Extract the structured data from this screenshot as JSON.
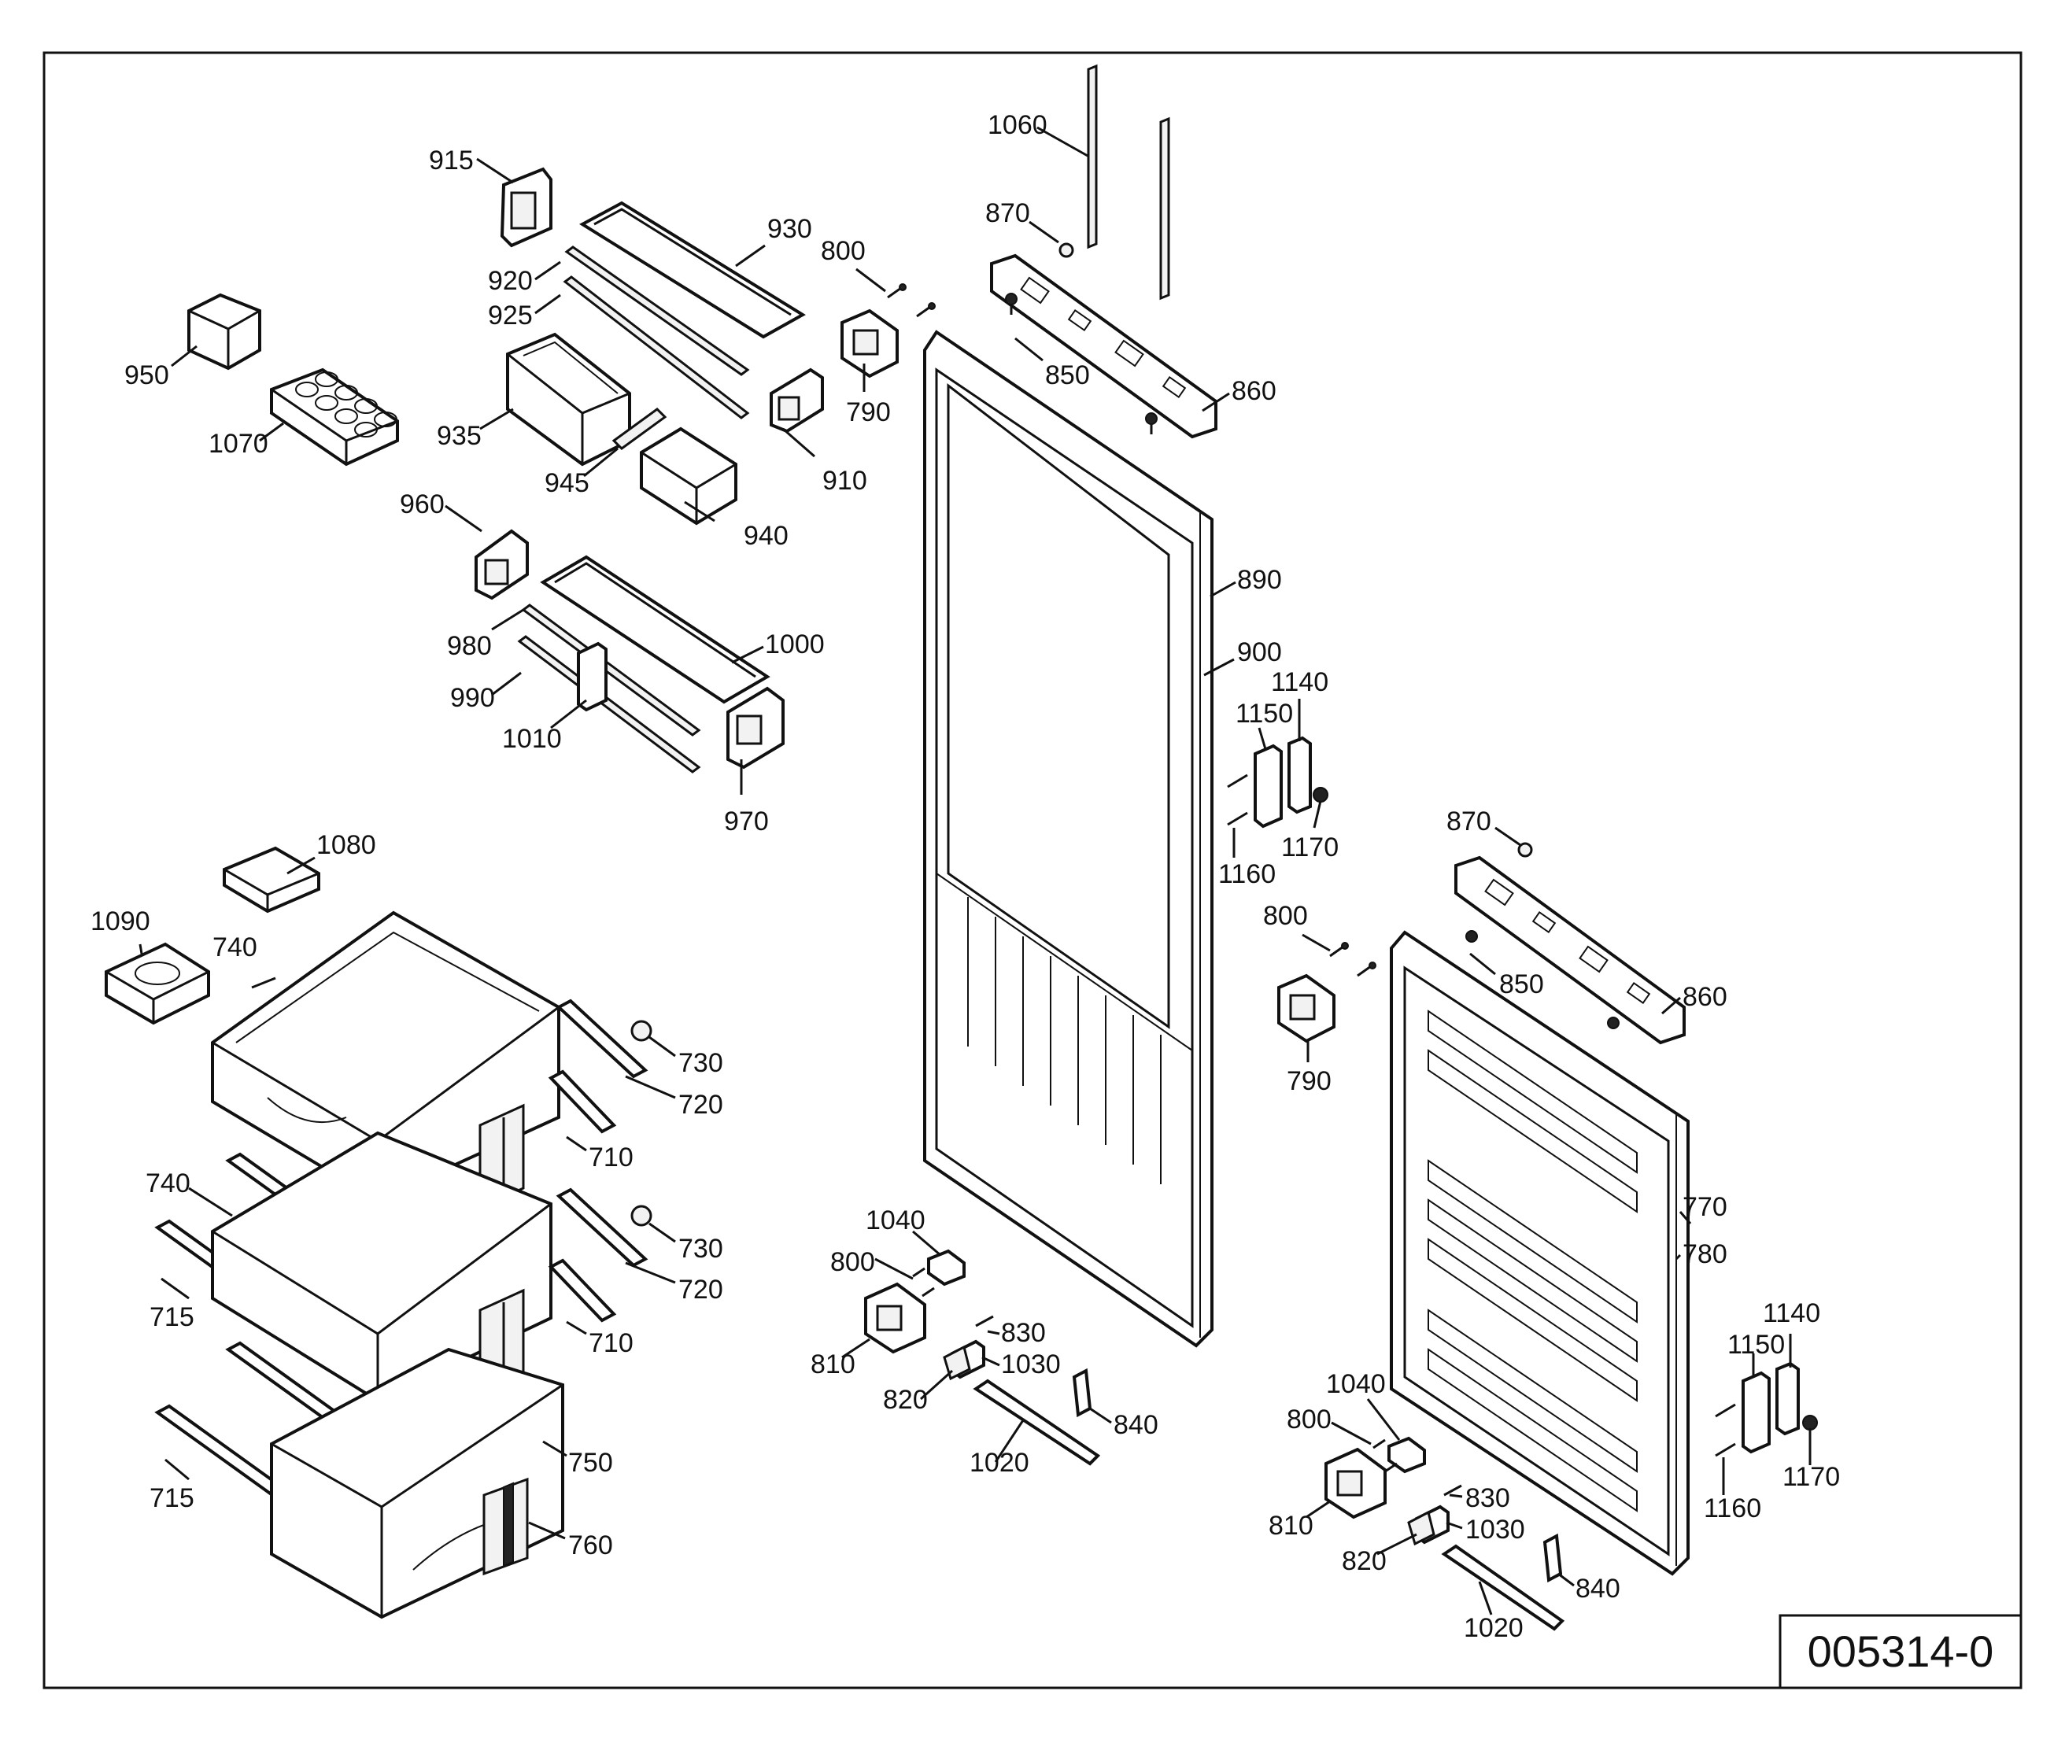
{
  "drawing_number": "005314-0",
  "labels": [
    {
      "id": "915",
      "text": "915"
    },
    {
      "id": "930",
      "text": "930"
    },
    {
      "id": "920",
      "text": "920"
    },
    {
      "id": "925",
      "text": "925"
    },
    {
      "id": "950",
      "text": "950"
    },
    {
      "id": "1070",
      "text": "1070"
    },
    {
      "id": "935",
      "text": "935"
    },
    {
      "id": "945",
      "text": "945"
    },
    {
      "id": "940",
      "text": "940"
    },
    {
      "id": "910",
      "text": "910"
    },
    {
      "id": "800a",
      "text": "800"
    },
    {
      "id": "790a",
      "text": "790"
    },
    {
      "id": "1060",
      "text": "1060"
    },
    {
      "id": "870a",
      "text": "870"
    },
    {
      "id": "850a",
      "text": "850"
    },
    {
      "id": "860a",
      "text": "860"
    },
    {
      "id": "960",
      "text": "960"
    },
    {
      "id": "980",
      "text": "980"
    },
    {
      "id": "1000",
      "text": "1000"
    },
    {
      "id": "990",
      "text": "990"
    },
    {
      "id": "1010",
      "text": "1010"
    },
    {
      "id": "970",
      "text": "970"
    },
    {
      "id": "890",
      "text": "890"
    },
    {
      "id": "900",
      "text": "900"
    },
    {
      "id": "1140a",
      "text": "1140"
    },
    {
      "id": "1150a",
      "text": "1150"
    },
    {
      "id": "1170a",
      "text": "1170"
    },
    {
      "id": "1160a",
      "text": "1160"
    },
    {
      "id": "1080",
      "text": "1080"
    },
    {
      "id": "1090",
      "text": "1090"
    },
    {
      "id": "740a",
      "text": "740"
    },
    {
      "id": "730a",
      "text": "730"
    },
    {
      "id": "720a",
      "text": "720"
    },
    {
      "id": "710a",
      "text": "710"
    },
    {
      "id": "740b",
      "text": "740"
    },
    {
      "id": "715a",
      "text": "715"
    },
    {
      "id": "730b",
      "text": "730"
    },
    {
      "id": "720b",
      "text": "720"
    },
    {
      "id": "710b",
      "text": "710"
    },
    {
      "id": "715b",
      "text": "715"
    },
    {
      "id": "750",
      "text": "750"
    },
    {
      "id": "760",
      "text": "760"
    },
    {
      "id": "870b",
      "text": "870"
    },
    {
      "id": "800b",
      "text": "800"
    },
    {
      "id": "850b",
      "text": "850"
    },
    {
      "id": "860b",
      "text": "860"
    },
    {
      "id": "790b",
      "text": "790"
    },
    {
      "id": "1040a",
      "text": "1040"
    },
    {
      "id": "800c",
      "text": "800"
    },
    {
      "id": "810a",
      "text": "810"
    },
    {
      "id": "830a",
      "text": "830"
    },
    {
      "id": "1030a",
      "text": "1030"
    },
    {
      "id": "820a",
      "text": "820"
    },
    {
      "id": "840a",
      "text": "840"
    },
    {
      "id": "1020a",
      "text": "1020"
    },
    {
      "id": "770",
      "text": "770"
    },
    {
      "id": "780",
      "text": "780"
    },
    {
      "id": "1140b",
      "text": "1140"
    },
    {
      "id": "1150b",
      "text": "1150"
    },
    {
      "id": "1170b",
      "text": "1170"
    },
    {
      "id": "1160b",
      "text": "1160"
    },
    {
      "id": "1040b",
      "text": "1040"
    },
    {
      "id": "800d",
      "text": "800"
    },
    {
      "id": "810b",
      "text": "810"
    },
    {
      "id": "830b",
      "text": "830"
    },
    {
      "id": "1030b",
      "text": "1030"
    },
    {
      "id": "820b",
      "text": "820"
    },
    {
      "id": "840b",
      "text": "840"
    },
    {
      "id": "1020b",
      "text": "1020"
    }
  ]
}
